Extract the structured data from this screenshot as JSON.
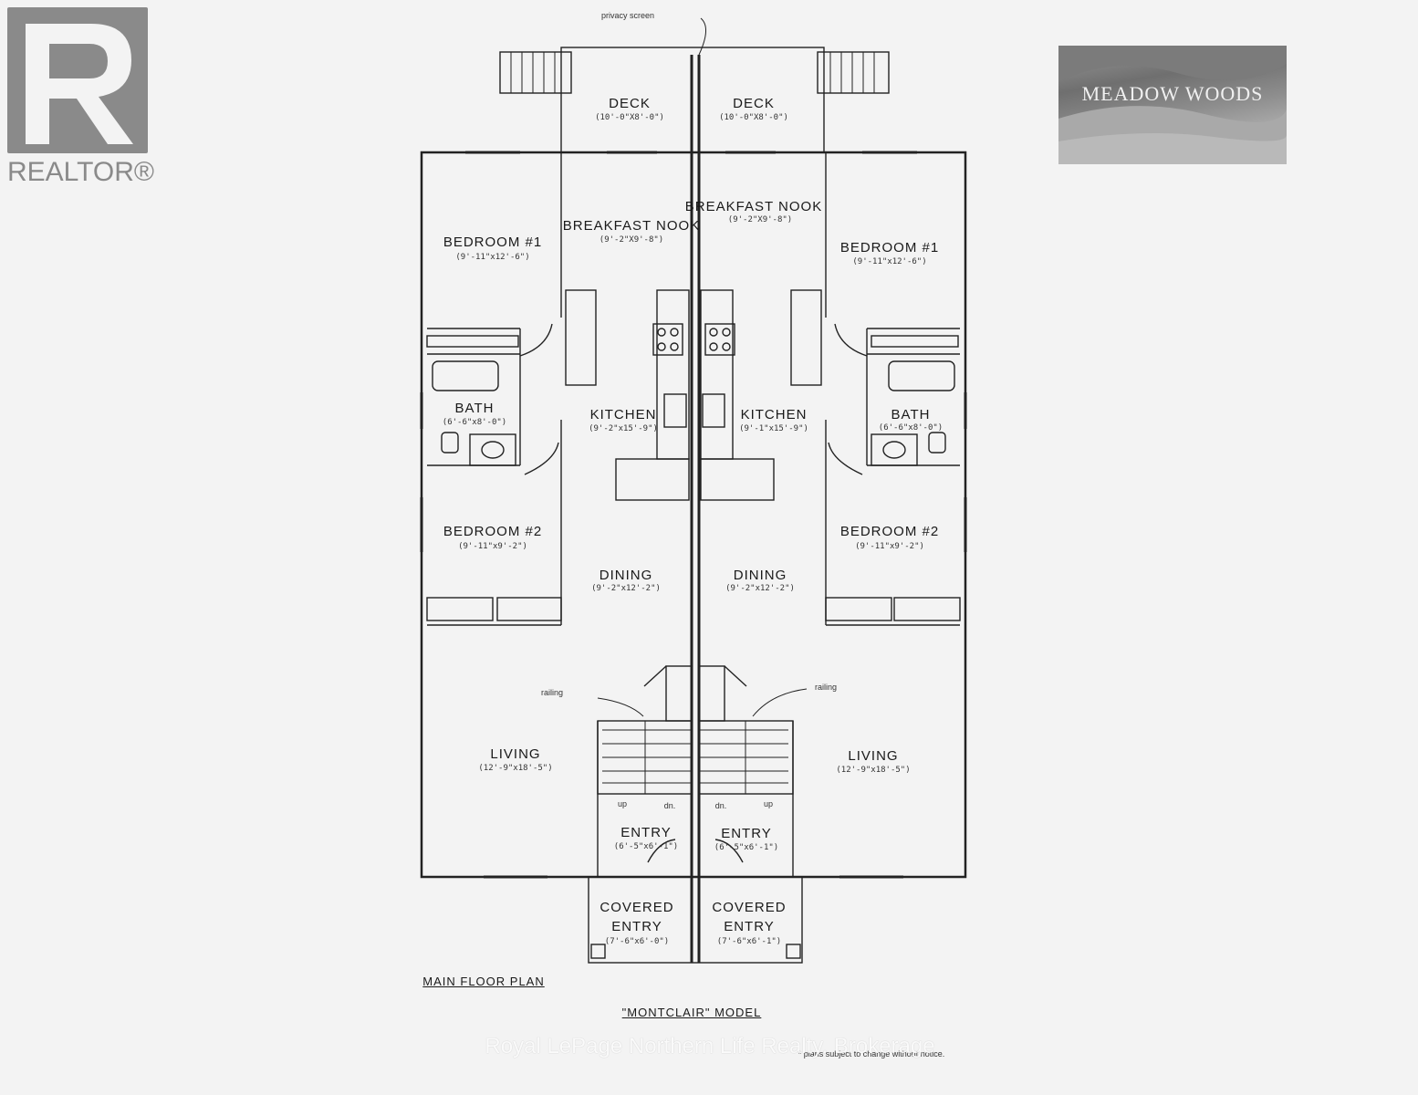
{
  "logo": {
    "word": "REALTOR®",
    "letter": "R"
  },
  "brand": {
    "name": "MEADOW WOODS"
  },
  "notes": {
    "privacy": "privacy screen",
    "railing_left": "railing",
    "railing_right": "railing",
    "up_left": "up",
    "dn_left": "dn.",
    "dn_right": "dn.",
    "up_right": "up",
    "plans": "* plans subject to change without notice."
  },
  "titles": {
    "plan": "MAIN FLOOR PLAN",
    "model": "\"MONTCLAIR\" MODEL"
  },
  "rooms": {
    "deck_l": {
      "name": "DECK",
      "dim": "(10'-0\"X8'-0\")"
    },
    "deck_r": {
      "name": "DECK",
      "dim": "(10'-0\"X8'-0\")"
    },
    "bed1_l": {
      "name": "BEDROOM #1",
      "dim": "(9'-11\"x12'-6\")"
    },
    "nook_l": {
      "name": "BREAKFAST NOOK",
      "dim": "(9'-2\"X9'-8\")"
    },
    "nook_r": {
      "name": "BREAKFAST NOOK",
      "dim": "(9'-2\"X9'-8\")"
    },
    "bed1_r": {
      "name": "BEDROOM #1",
      "dim": "(9'-11\"x12'-6\")"
    },
    "bath_l": {
      "name": "BATH",
      "dim": "(6'-6\"x8'-0\")"
    },
    "kitchen_l": {
      "name": "KITCHEN",
      "dim": "(9'-2\"x15'-9\")"
    },
    "kitchen_r": {
      "name": "KITCHEN",
      "dim": "(9'-1\"x15'-9\")"
    },
    "bath_r": {
      "name": "BATH",
      "dim": "(6'-6\"x8'-0\")"
    },
    "bed2_l": {
      "name": "BEDROOM #2",
      "dim": "(9'-11\"x9'-2\")"
    },
    "dining_l": {
      "name": "DINING",
      "dim": "(9'-2\"x12'-2\")"
    },
    "dining_r": {
      "name": "DINING",
      "dim": "(9'-2\"x12'-2\")"
    },
    "bed2_r": {
      "name": "BEDROOM #2",
      "dim": "(9'-11\"x9'-2\")"
    },
    "living_l": {
      "name": "LIVING",
      "dim": "(12'-9\"x18'-5\")"
    },
    "living_r": {
      "name": "LIVING",
      "dim": "(12'-9\"x18'-5\")"
    },
    "entry_l": {
      "name": "ENTRY",
      "dim": "(6'-5\"x6'-1\")"
    },
    "entry_r": {
      "name": "ENTRY",
      "dim": "(6'-5\"x6'-1\")"
    },
    "covered_l": {
      "name1": "COVERED",
      "name2": "ENTRY",
      "dim": "(7'-6\"x6'-0\")"
    },
    "covered_r": {
      "name1": "COVERED",
      "name2": "ENTRY",
      "dim": "(7'-6\"x6'-1\")"
    }
  },
  "watermark": "Royal LePage Northern Life Realty, Brokerage"
}
